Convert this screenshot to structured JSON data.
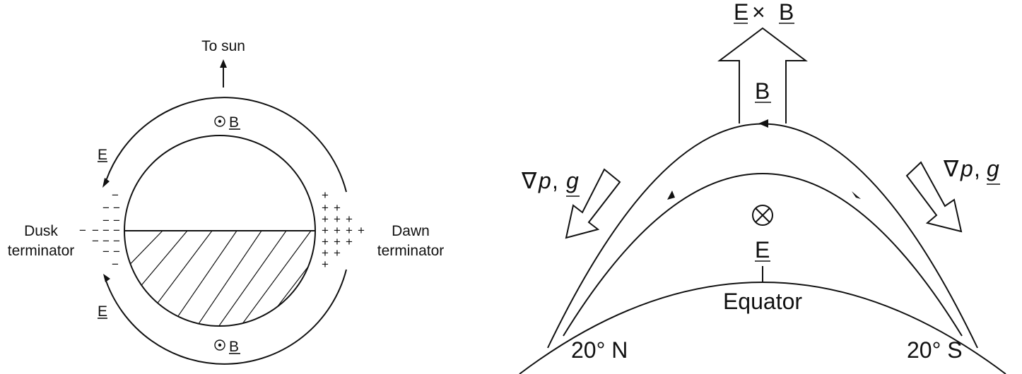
{
  "left_panel": {
    "to_sun": "To sun",
    "b_top": "B",
    "b_bottom": "B",
    "e_upper": "E",
    "e_lower": "E",
    "dusk_line1": "Dusk",
    "dusk_line2": "terminator",
    "dawn_line1": "Dawn",
    "dawn_line2": "terminator",
    "minus_sign": "−",
    "plus_sign": "+"
  },
  "right_panel": {
    "exb_e": "E",
    "exb_x": "×",
    "exb_b": "B",
    "b_field": "B",
    "grad_p_left_nabla": "∇",
    "grad_p_left_p": "p",
    "grad_p_left_sep": ",",
    "grad_p_left_g": "g",
    "grad_p_right_nabla": "∇",
    "grad_p_right_p": "p",
    "grad_p_right_sep": ",",
    "grad_p_right_g": "g",
    "e_field_symbol": "⊗",
    "e_field": "E",
    "equator": "Equator",
    "lat_north": "20° N",
    "lat_south": "20° S"
  }
}
